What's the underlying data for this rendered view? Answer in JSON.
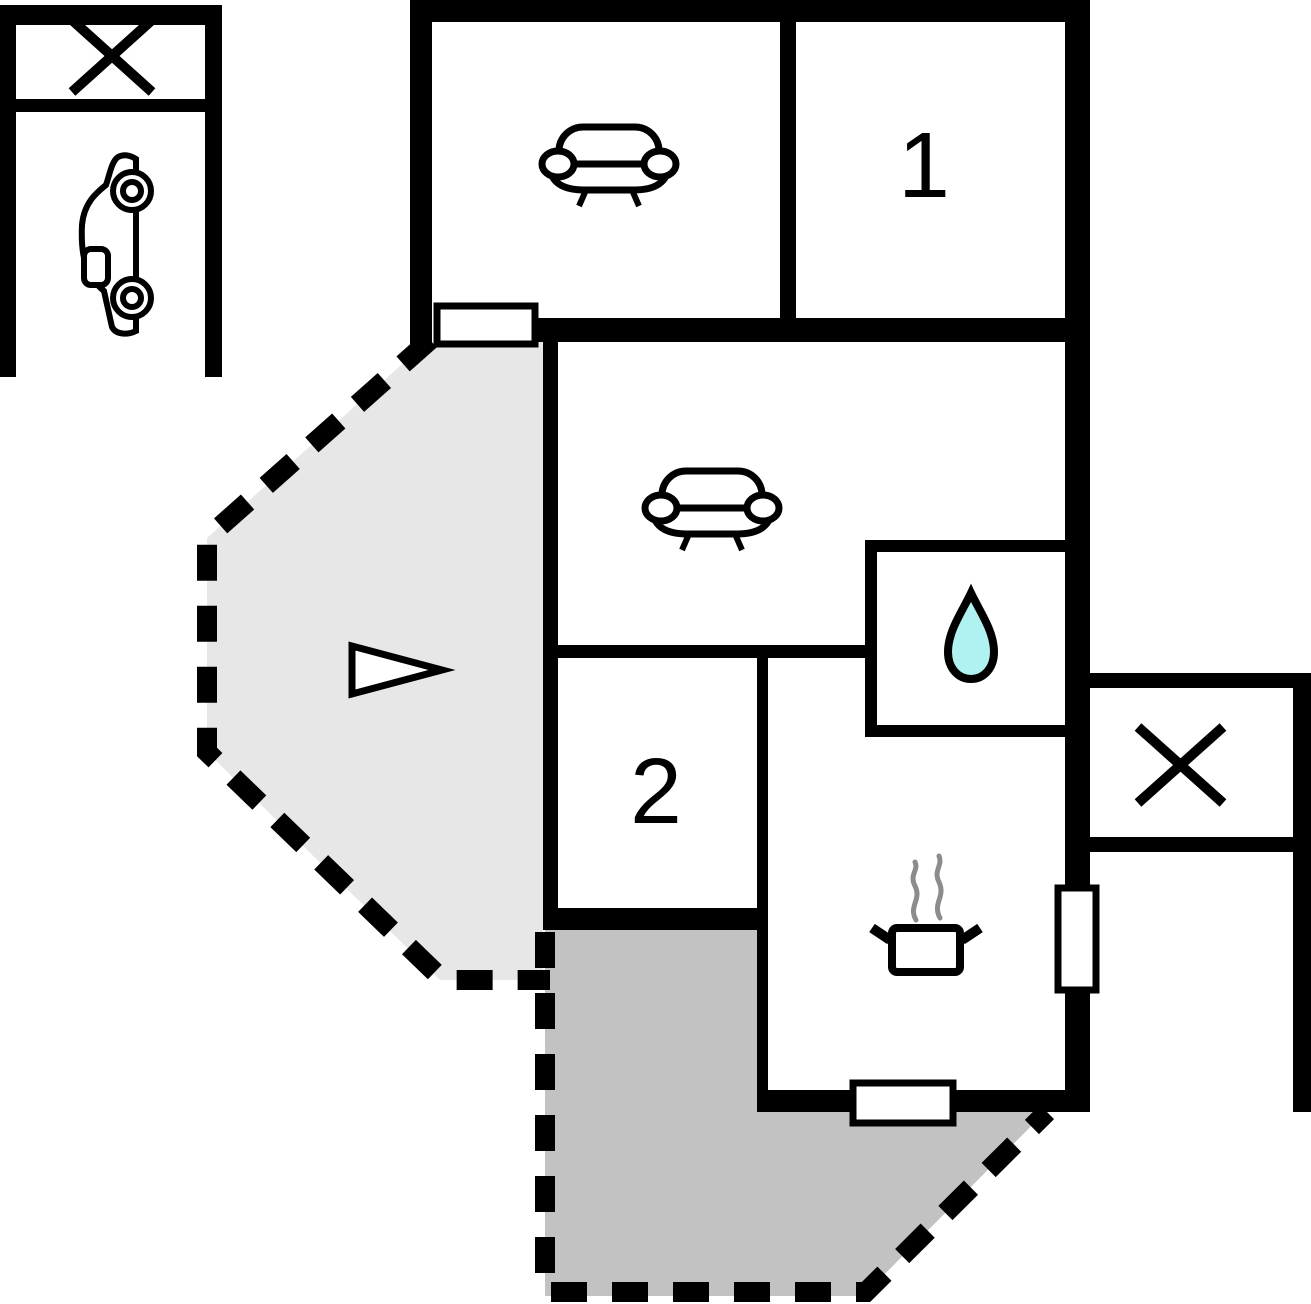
{
  "plan": {
    "labels": {
      "room1": "1",
      "room2": "2"
    },
    "rooms": [
      {
        "key": "storage-garage",
        "icon": "cross-icon"
      },
      {
        "key": "carport",
        "icon": "car-icon"
      },
      {
        "key": "lounge",
        "icon": "sofa-icon"
      },
      {
        "key": "room1",
        "label": "1"
      },
      {
        "key": "living-room",
        "icon": "sofa-icon"
      },
      {
        "key": "bathroom",
        "icon": "water-drop-icon"
      },
      {
        "key": "room2",
        "label": "2"
      },
      {
        "key": "kitchen",
        "icon": "cooking-pot-icon"
      },
      {
        "key": "annex-storage",
        "icon": "cross-icon"
      },
      {
        "key": "terrace-front",
        "icon": "entrance-arrow-icon"
      },
      {
        "key": "terrace-back",
        "icon": null
      }
    ],
    "features": {
      "doors": 2,
      "windows": 1,
      "terraces": 2
    },
    "colors": {
      "wall": "#000000",
      "background": "#ffffff",
      "terrace_light": "#e7e7e7",
      "terrace_dark": "#c2c2c2",
      "water_drop": "#b0f1f1",
      "steam": "#8c8c8c",
      "furniture_fill": "#ffffff"
    }
  }
}
